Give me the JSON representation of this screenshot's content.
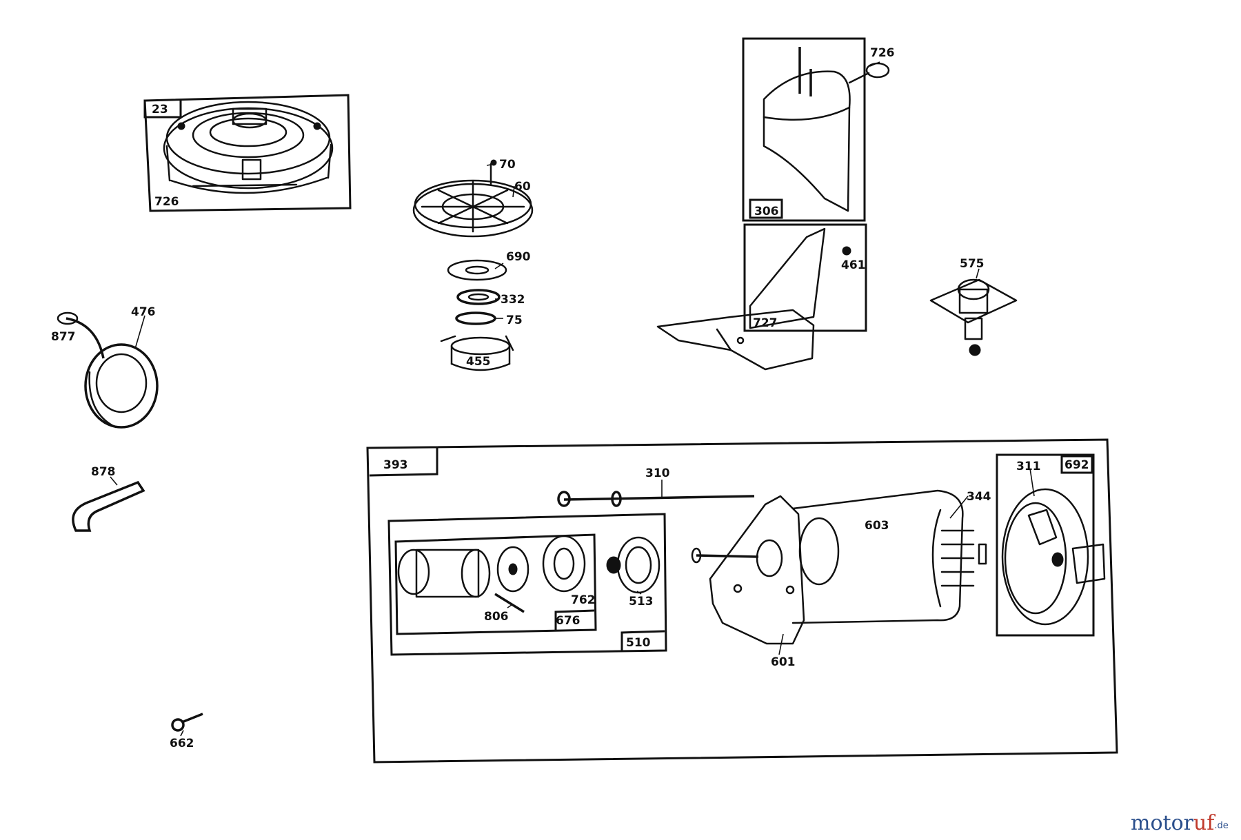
{
  "diagram": {
    "labels": {
      "p23": "23",
      "p726a": "726",
      "p70": "70",
      "p60": "60",
      "p690": "690",
      "p332": "332",
      "p75": "75",
      "p455": "455",
      "p476": "476",
      "p877": "877",
      "p878": "878",
      "p662": "662",
      "p726b": "726",
      "p306": "306",
      "p461": "461",
      "p727": "727",
      "p575": "575",
      "p393": "393",
      "p310": "310",
      "p311": "311",
      "p692": "692",
      "p344": "344",
      "p603": "603",
      "p601": "601",
      "p513": "513",
      "p510": "510",
      "p806": "806",
      "p676": "676",
      "p762": "762"
    }
  },
  "watermark": {
    "brand_a": "motor",
    "brand_b": "uf",
    "tld": ".de"
  }
}
